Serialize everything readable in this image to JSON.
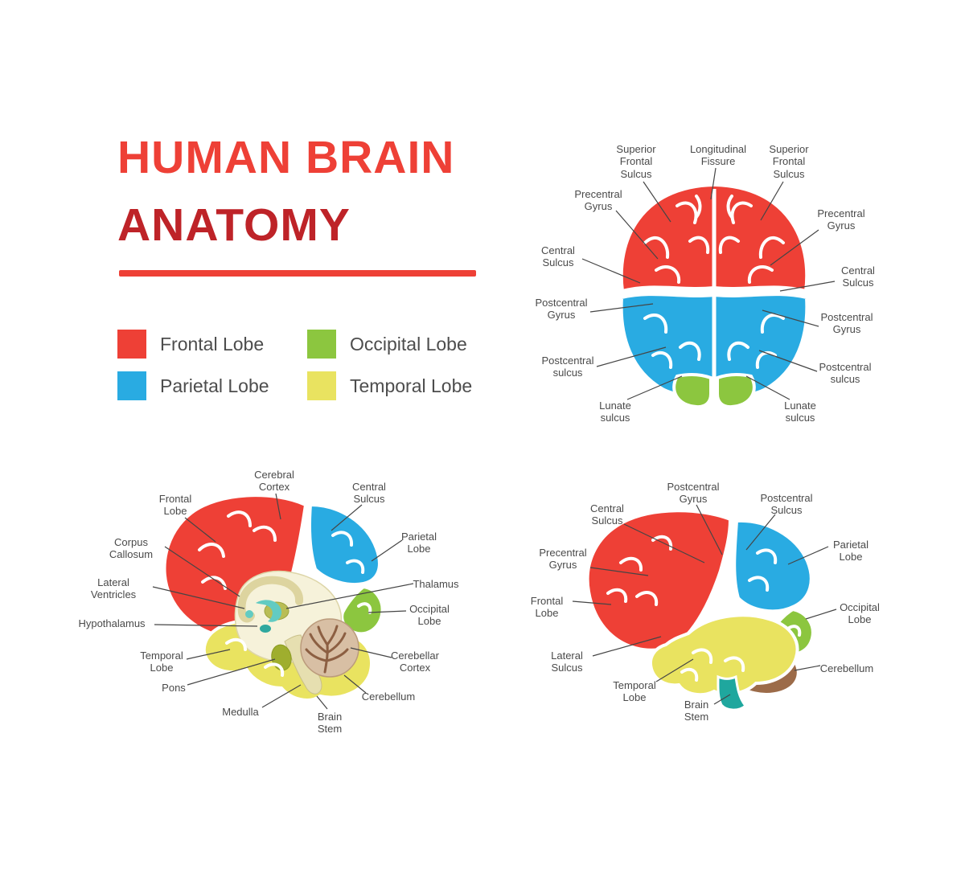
{
  "title": {
    "line1": "HUMAN BRAIN",
    "line2": "ANATOMY"
  },
  "colors": {
    "title_primary": "#EE4036",
    "title_secondary": "#BE2328",
    "underline": "#EE4036",
    "frontal_lobe": "#EE4036",
    "parietal_lobe": "#29ABE2",
    "occipital_lobe": "#8CC63F",
    "temporal_lobe": "#E9E360",
    "cerebellum_brown": "#9C6B49",
    "brain_stem_teal": "#1FA79E",
    "label_text": "#4A4A4A"
  },
  "legend": {
    "items": [
      {
        "label": "Frontal Lobe"
      },
      {
        "label": "Parietal Lobe"
      },
      {
        "label": "Occipital Lobe"
      },
      {
        "label": "Temporal Lobe"
      }
    ]
  },
  "top_view": {
    "labels": [
      {
        "text": "Superior\nFrontal\nSulcus"
      },
      {
        "text": "Longitudinal\nFissure"
      },
      {
        "text": "Superior\nFrontal\nSulcus"
      },
      {
        "text": "Precentral\nGyrus"
      },
      {
        "text": "Precentral\nGyrus"
      },
      {
        "text": "Central\nSulcus"
      },
      {
        "text": "Central\nSulcus"
      },
      {
        "text": "Postcentral\nGyrus"
      },
      {
        "text": "Postcentral\nGyrus"
      },
      {
        "text": "Postcentral\nsulcus"
      },
      {
        "text": "Postcentral\nsulcus"
      },
      {
        "text": "Lunate\nsulcus"
      },
      {
        "text": "Lunate\nsulcus"
      }
    ]
  },
  "sagittal_view": {
    "labels": [
      {
        "text": "Cerebral\nCortex"
      },
      {
        "text": "Central\nSulcus"
      },
      {
        "text": "Frontal\nLobe"
      },
      {
        "text": "Corpus\nCallosum"
      },
      {
        "text": "Lateral\nVentricles"
      },
      {
        "text": "Hypothalamus"
      },
      {
        "text": "Temporal\nLobe"
      },
      {
        "text": "Pons"
      },
      {
        "text": "Medulla"
      },
      {
        "text": "Parietal\nLobe"
      },
      {
        "text": "Thalamus"
      },
      {
        "text": "Occipital\nLobe"
      },
      {
        "text": "Cerebellar\nCortex"
      },
      {
        "text": "Cerebellum"
      },
      {
        "text": "Brain\nStem"
      }
    ]
  },
  "lateral_view": {
    "labels": [
      {
        "text": "Postcentral\nGyrus"
      },
      {
        "text": "Postcentral\nSulcus"
      },
      {
        "text": "Central\nSulcus"
      },
      {
        "text": "Precentral\nGyrus"
      },
      {
        "text": "Frontal\nLobe"
      },
      {
        "text": "Lateral\nSulcus"
      },
      {
        "text": "Temporal\nLobe"
      },
      {
        "text": "Brain\nStem"
      },
      {
        "text": "Parietal\nLobe"
      },
      {
        "text": "Occipital\nLobe"
      },
      {
        "text": "Cerebellum"
      }
    ]
  }
}
